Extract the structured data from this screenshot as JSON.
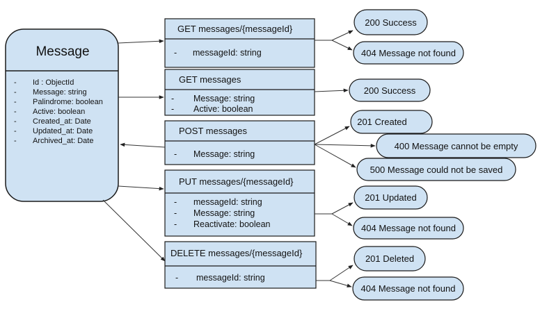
{
  "colors": {
    "fill": "#cfe2f3",
    "stroke": "#1a1a1a",
    "line": "#333333"
  },
  "message": {
    "title": "Message",
    "fields": [
      {
        "bullet": "-",
        "text": "Id : ObjectId"
      },
      {
        "bullet": "-",
        "text": "Message: string"
      },
      {
        "bullet": "-",
        "text": "Palindrome: boolean"
      },
      {
        "bullet": "-",
        "text": "Active: boolean"
      },
      {
        "bullet": "-",
        "text": "Created_at: Date"
      },
      {
        "bullet": "-",
        "text": "Updated_at: Date"
      },
      {
        "bullet": "-",
        "text": "Archived_at: Date"
      }
    ]
  },
  "endpoints": [
    {
      "title": "GET messages/{messageId}",
      "params": [
        {
          "bullet": "-",
          "text": "messageId: string"
        }
      ]
    },
    {
      "title": "GET messages",
      "params": [
        {
          "bullet": "-",
          "text": "Message: string"
        },
        {
          "bullet": "-",
          "text": "Active: boolean"
        }
      ]
    },
    {
      "title": "POST messages",
      "params": [
        {
          "bullet": "-",
          "text": "Message: string"
        }
      ]
    },
    {
      "title": "PUT messages/{messageId}",
      "params": [
        {
          "bullet": "-",
          "text": "messageId: string"
        },
        {
          "bullet": "-",
          "text": "Message: string"
        },
        {
          "bullet": "-",
          "text": "Reactivate: boolean"
        }
      ]
    },
    {
      "title": "DELETE messages/{messageId}",
      "params": [
        {
          "bullet": "-",
          "text": "messageId: string"
        }
      ]
    }
  ],
  "responses": [
    {
      "label": "200 Success"
    },
    {
      "label": "404 Message not found"
    },
    {
      "label": "200 Success"
    },
    {
      "label": "201 Created"
    },
    {
      "label": "400 Message cannot be empty"
    },
    {
      "label": "500 Message could not be saved"
    },
    {
      "label": "201 Updated"
    },
    {
      "label": "404 Message not found"
    },
    {
      "label": "201 Deleted"
    },
    {
      "label": "404 Message not found"
    }
  ]
}
